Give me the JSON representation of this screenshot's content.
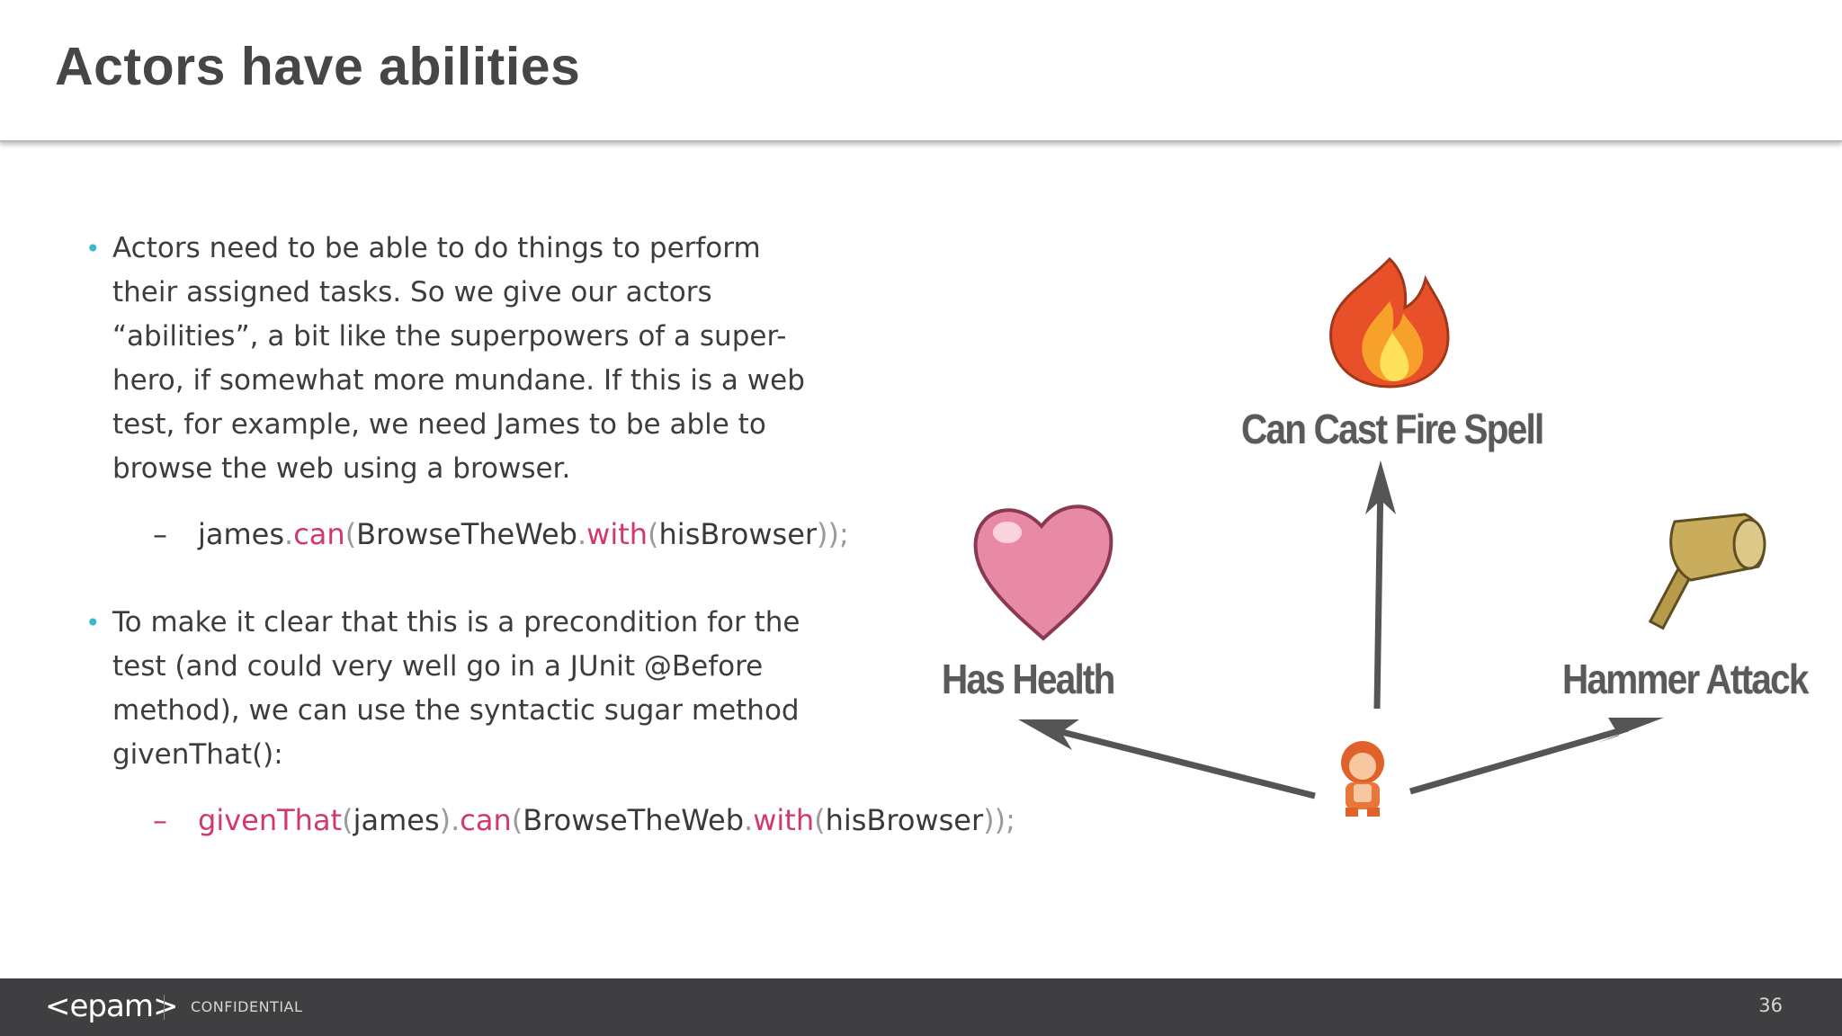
{
  "slide": {
    "title": "Actors have abilities",
    "page_number": "36"
  },
  "bullets": [
    {
      "marker": "•",
      "text": "Actors need to be able to do things to perform their assigned tasks. So we give our actors “abilities”, a bit like the superpowers of a super-hero, if somewhat more mundane. If this is a web test, for example, we need James to be able to browse the web using a browser."
    },
    {
      "marker": "•",
      "text": "To make it clear that this is a precondition for the test (and could very well go in a JUnit @Before method), we can use the syntactic sugar method givenThat():"
    }
  ],
  "code": {
    "line1": {
      "dash": "–",
      "t1": "james",
      "t2": ".",
      "t3": "can",
      "t4": "(",
      "t5": "BrowseTheWeb",
      "t6": ".",
      "t7": "with",
      "t8": "(",
      "t9": "hisBrowser",
      "t10": "));"
    },
    "line2": {
      "dash": "–",
      "t1": "givenThat",
      "t2": "(",
      "t3": "james",
      "t4": ").",
      "t5": "can",
      "t6": "(",
      "t7": "BrowseTheWeb",
      "t8": ".",
      "t9": "with",
      "t10": "(",
      "t11": "hisBrowser",
      "t12": "));"
    }
  },
  "illustration": {
    "label_top": "Can Cast Fire Spell",
    "label_left": "Has Health",
    "label_right": "Hammer Attack",
    "icons": [
      "fire-icon",
      "heart-icon",
      "hammer-icon",
      "actor-character-icon"
    ]
  },
  "footer": {
    "logo": "<epam>",
    "confidential": "CONFIDENTIAL"
  },
  "colors": {
    "bullet": "#3fb6c6",
    "keyword": "#d2386c",
    "punctuation": "#9a9a9a",
    "footer_bg": "#3f3f41",
    "title": "#464646"
  }
}
